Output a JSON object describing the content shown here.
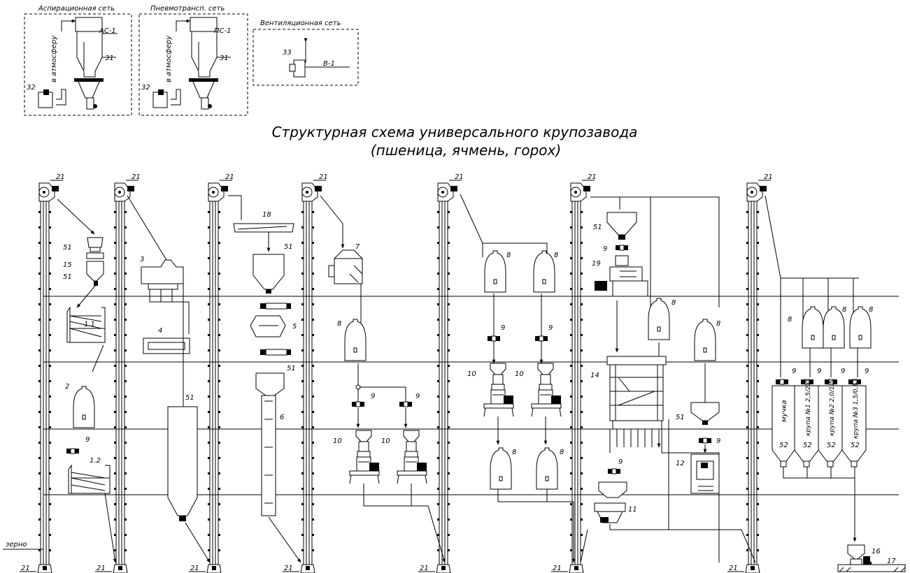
{
  "title": "Структурная схема универсального крупозавода",
  "subtitle": "(пшеница, ячмень, горох)",
  "insets": {
    "aspiration": {
      "title": "Аспирационная сеть",
      "line": "АС-1",
      "atmosphere": "в атмосферу",
      "cyclone": "31",
      "fan": "32"
    },
    "pneumatic": {
      "title": "Пневмотрансп. сеть",
      "line": "ПС-1",
      "atmosphere": "в атмосферу",
      "cyclone": "31",
      "fan": "32"
    },
    "ventilation": {
      "title": "Вентиляционная сеть",
      "line": "В-1",
      "fan": "33"
    }
  },
  "input_label": "зерно",
  "elevator_label": "21",
  "bin_labels": [
    "мучка",
    "крупа №1 2,5/2,0",
    "крупа №2 2,0/1,5",
    "крупа №3 1,5/0,63"
  ],
  "numbers": {
    "n51": "51",
    "n15": "15",
    "n3": "3",
    "n4": "4",
    "n18": "18",
    "n5": "5",
    "n6": "6",
    "n7": "7",
    "n8": "8",
    "n9": "9",
    "n10": "10",
    "n11": "11",
    "n12": "12",
    "n14": "14",
    "n16": "16",
    "n17": "17",
    "n19": "19",
    "n52": "52",
    "n2": "2",
    "n1_1": "1.1",
    "n1_2": "1.2"
  },
  "colors": {
    "line": "#000000",
    "background": "#ffffff"
  }
}
